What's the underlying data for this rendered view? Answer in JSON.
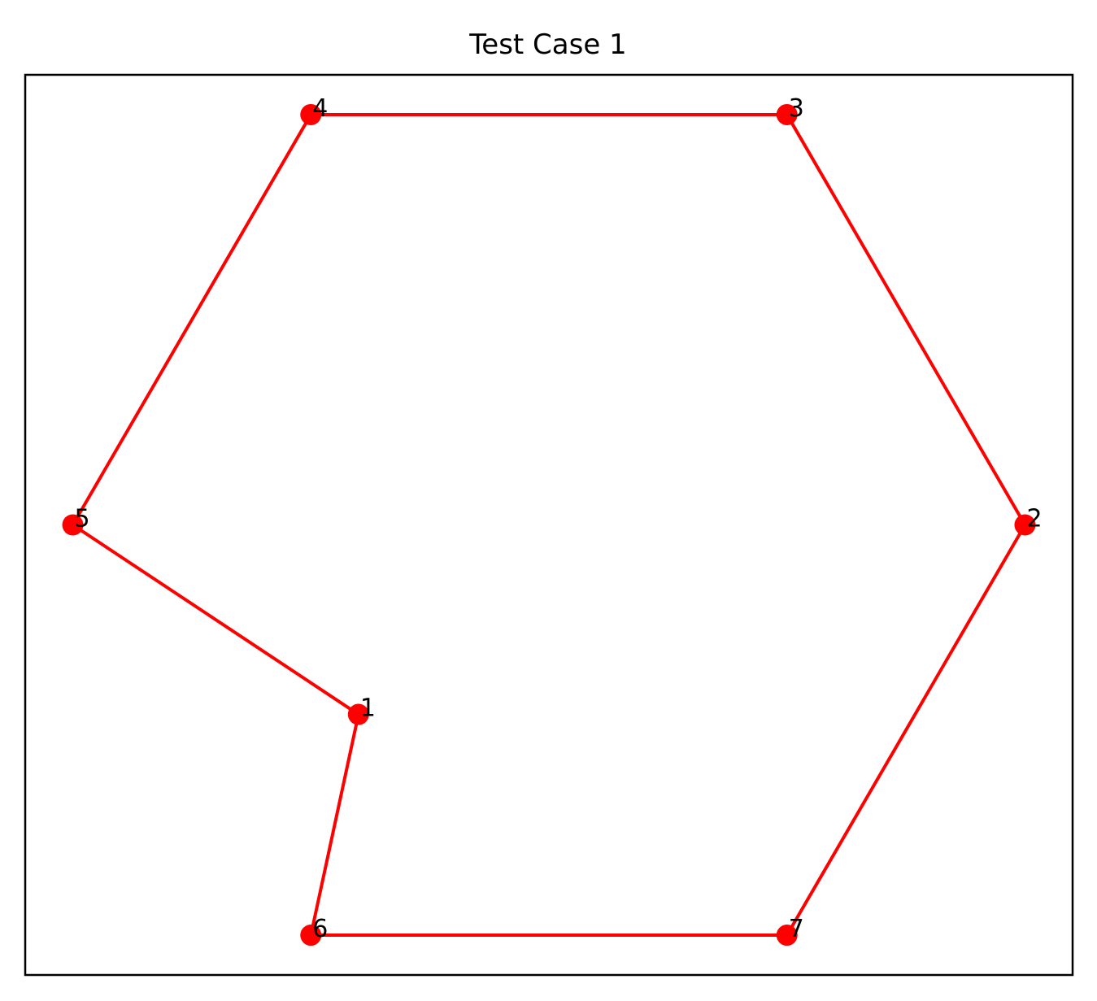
{
  "chart_data": {
    "type": "scatter",
    "title": "Test Case 1",
    "xlabel": "",
    "ylabel": "",
    "axes_ticks_visible": false,
    "grid": false,
    "legend": "none",
    "style": {
      "line_color": "#ff0000",
      "marker_color": "#ff0000",
      "marker": "circle"
    },
    "xlim": [
      -2.2,
      2.2
    ],
    "ylim": [
      -1.9,
      1.9
    ],
    "points": [
      {
        "label": "1",
        "x": -0.8,
        "y": -0.8
      },
      {
        "label": "2",
        "x": 2.0,
        "y": 0.0
      },
      {
        "label": "3",
        "x": 1.0,
        "y": 1.732
      },
      {
        "label": "4",
        "x": -1.0,
        "y": 1.732
      },
      {
        "label": "5",
        "x": -2.0,
        "y": 0.0
      },
      {
        "label": "6",
        "x": -1.0,
        "y": -1.732
      },
      {
        "label": "7",
        "x": 1.0,
        "y": -1.732
      }
    ],
    "path_order": [
      "1",
      "5",
      "4",
      "3",
      "2",
      "7",
      "6",
      "1"
    ]
  }
}
